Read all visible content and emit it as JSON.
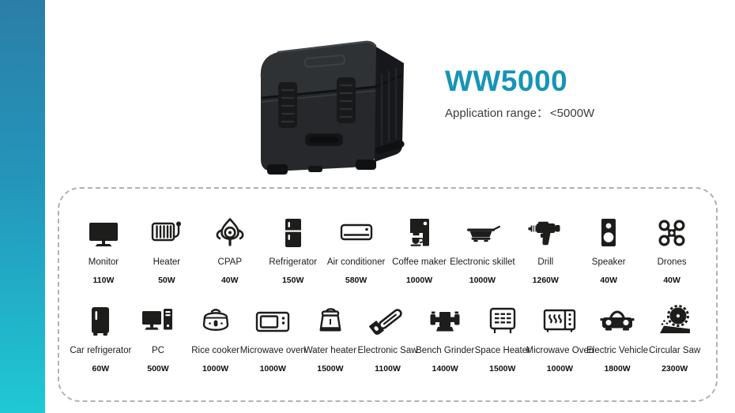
{
  "accent": {
    "gradient_top": "#2b7ea7",
    "gradient_bottom": "#1fc9d4",
    "brand_color": "#1794b6"
  },
  "header": {
    "model": "WW5000",
    "application_label": "Application range：",
    "application_value": "<5000W"
  },
  "product": {
    "name": "portable power station hard case"
  },
  "panel": {
    "row1": [
      {
        "label": "Monitor",
        "watt": "110W"
      },
      {
        "label": "Heater",
        "watt": "50W"
      },
      {
        "label": "CPAP",
        "watt": "40W"
      },
      {
        "label": "Refrigerator",
        "watt": "150W"
      },
      {
        "label": "Air conditioner",
        "watt": "580W"
      },
      {
        "label": "Coffee maker",
        "watt": "1000W"
      },
      {
        "label": "Electronic skillet",
        "watt": "1000W"
      },
      {
        "label": "Drill",
        "watt": "1260W"
      },
      {
        "label": "Speaker",
        "watt": "40W"
      },
      {
        "label": "Drones",
        "watt": "40W"
      }
    ],
    "row2": [
      {
        "label": "Car refrigerator",
        "watt": "60W"
      },
      {
        "label": "PC",
        "watt": "500W"
      },
      {
        "label": "Rice cooker",
        "watt": "1000W"
      },
      {
        "label": "Microwave oven",
        "watt": "1000W"
      },
      {
        "label": "Water heater",
        "watt": "1500W"
      },
      {
        "label": "Electronic Saw",
        "watt": "1100W"
      },
      {
        "label": "Bench Grinder",
        "watt": "1400W"
      },
      {
        "label": "Space Heater",
        "watt": "1500W"
      },
      {
        "label": "Microwave Oven",
        "watt": "1000W"
      },
      {
        "label": "Electric Vehicle",
        "watt": "1800W"
      },
      {
        "label": "Circular Saw",
        "watt": "2300W"
      }
    ]
  }
}
